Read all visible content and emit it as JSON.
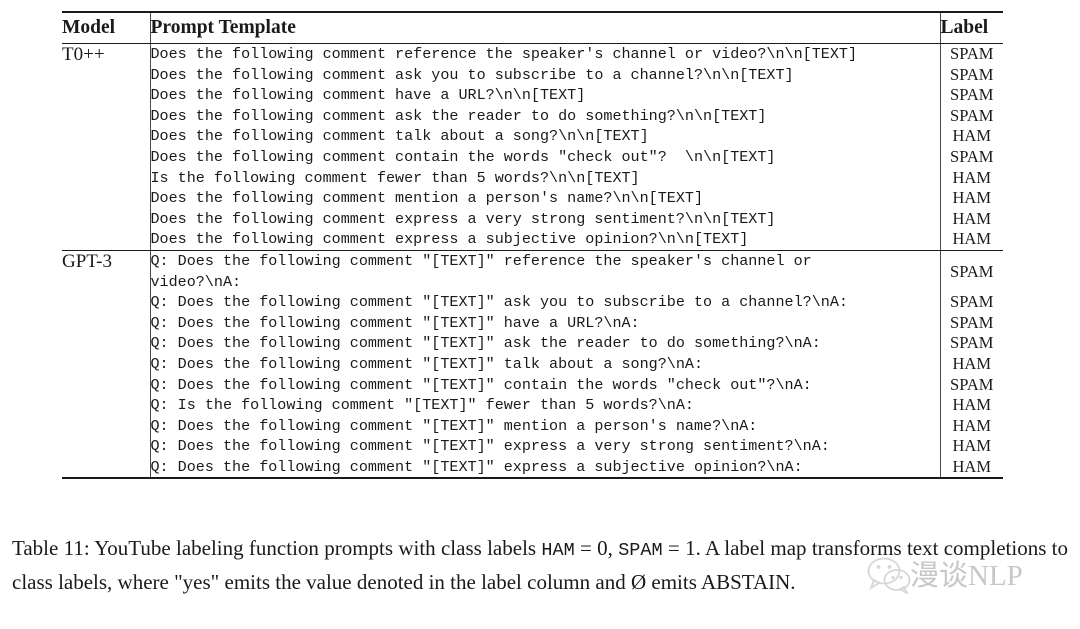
{
  "table": {
    "columns": [
      "Model",
      "Prompt Template",
      "Label"
    ],
    "sections": [
      {
        "model": "T0++",
        "rows": [
          {
            "prompt": [
              "Does the following comment reference the speaker's channel or video?\\n\\n[TEXT]"
            ],
            "label": "SPAM"
          },
          {
            "prompt": [
              "Does the following comment ask you to subscribe to a channel?\\n\\n[TEXT]"
            ],
            "label": "SPAM"
          },
          {
            "prompt": [
              "Does the following comment have a URL?\\n\\n[TEXT]"
            ],
            "label": "SPAM"
          },
          {
            "prompt": [
              "Does the following comment ask the reader to do something?\\n\\n[TEXT]"
            ],
            "label": "SPAM"
          },
          {
            "prompt": [
              "Does the following comment talk about a song?\\n\\n[TEXT]"
            ],
            "label": "HAM"
          },
          {
            "prompt": [
              "Does the following comment contain the words \"check out\"?  \\n\\n[TEXT]"
            ],
            "label": "SPAM"
          },
          {
            "prompt": [
              "Is the following comment fewer than 5 words?\\n\\n[TEXT]"
            ],
            "label": "HAM"
          },
          {
            "prompt": [
              "Does the following comment mention a person's name?\\n\\n[TEXT]"
            ],
            "label": "HAM"
          },
          {
            "prompt": [
              "Does the following comment express a very strong sentiment?\\n\\n[TEXT]"
            ],
            "label": "HAM"
          },
          {
            "prompt": [
              "Does the following comment express a subjective opinion?\\n\\n[TEXT]"
            ],
            "label": "HAM"
          }
        ]
      },
      {
        "model": "GPT-3",
        "rows": [
          {
            "prompt": [
              "Q: Does the following comment \"[TEXT]\" reference the speaker's channel or",
              "video?\\nA:"
            ],
            "label": "SPAM"
          },
          {
            "prompt": [
              "Q: Does the following comment \"[TEXT]\" ask you to subscribe to a channel?\\nA:"
            ],
            "label": "SPAM"
          },
          {
            "prompt": [
              "Q: Does the following comment \"[TEXT]\" have a URL?\\nA:"
            ],
            "label": "SPAM"
          },
          {
            "prompt": [
              "Q: Does the following comment \"[TEXT]\" ask the reader to do something?\\nA:"
            ],
            "label": "SPAM"
          },
          {
            "prompt": [
              "Q: Does the following comment \"[TEXT]\" talk about a song?\\nA:"
            ],
            "label": "HAM"
          },
          {
            "prompt": [
              "Q: Does the following comment \"[TEXT]\" contain the words \"check out\"?\\nA:"
            ],
            "label": "SPAM"
          },
          {
            "prompt": [
              "Q: Is the following comment \"[TEXT]\" fewer than 5 words?\\nA:"
            ],
            "label": "HAM"
          },
          {
            "prompt": [
              "Q: Does the following comment \"[TEXT]\" mention a person's name?\\nA:"
            ],
            "label": "HAM"
          },
          {
            "prompt": [
              "Q: Does the following comment \"[TEXT]\" express a very strong sentiment?\\nA:"
            ],
            "label": "HAM"
          },
          {
            "prompt": [
              "Q: Does the following comment \"[TEXT]\" express a subjective opinion?\\nA:"
            ],
            "label": "HAM"
          }
        ]
      }
    ]
  },
  "caption": {
    "part1": "Table 11: YouTube labeling function prompts with class labels ",
    "mono_ham": "HAM",
    "eq1": " = 0, ",
    "mono_spam": "SPAM",
    "eq2": " = 1. A label map transforms text completions to class labels, where \"yes\" emits the value denoted in the label column and Ø emits ABSTAIN."
  },
  "watermark": {
    "text": "漫谈NLP",
    "color": "#9a9a9a"
  }
}
